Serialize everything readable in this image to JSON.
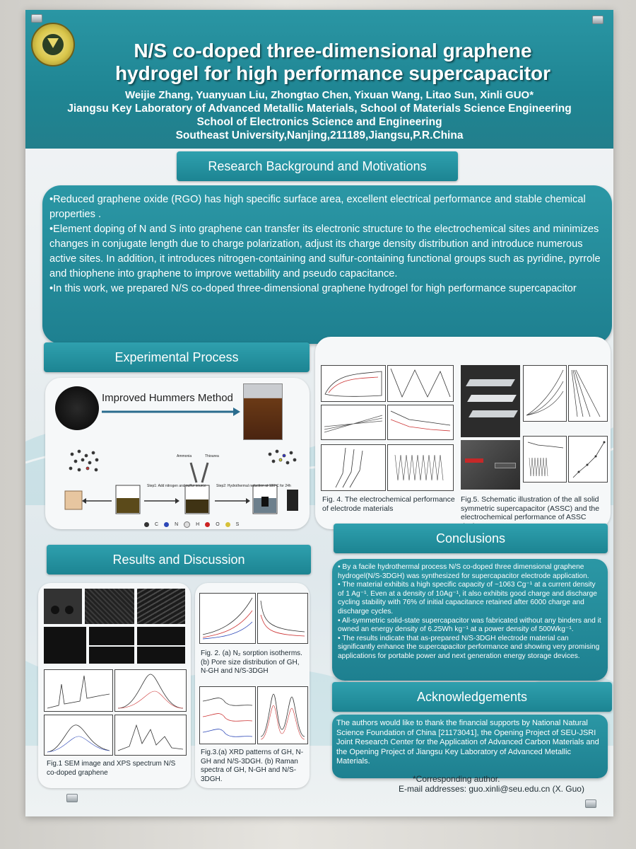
{
  "header": {
    "title_line1": "N/S co-doped three-dimensional graphene",
    "title_line2": "hydrogel for high performance supercapacitor",
    "authors": "Weijie Zhang, Yuanyuan Liu, Zhongtao Chen, Yixuan Wang, Litao Sun, Xinli GUO*",
    "affil_line1": "Jiangsu Key Laboratory of Advanced Metallic Materials, School of Materials Science Engineering",
    "affil_line2": "School of Electronics Science and Engineering",
    "affil_line3": "Southeast University,Nanjing,211189,Jiangsu,P.R.China"
  },
  "background": {
    "heading": "Research Background and Motivations",
    "p1": "•Reduced graphene oxide (RGO) has high specific surface area, excellent electrical performance and stable chemical properties .",
    "p2": "•Element doping of N and S into  graphene can transfer its electronic structure to the electrochemical sites and minimizes changes in conjugate length due to charge polarization, adjust its charge density distribution and introduce numerous active sites. In addition, it introduces nitrogen-containing and sulfur-containing functional groups such as pyridine, pyrrole and thiophene into graphene to improve wettability and pseudo capacitance.",
    "p3": "•In this work, we prepared N/S co-doped three-dimensional graphene hydrogel for high performance supercapacitor"
  },
  "experimental": {
    "heading": "Experimental Process",
    "method": "Improved Hummers Method",
    "ammonia": "Ammonia",
    "thiourea": "Thiourea",
    "step1": "Step1: Add nitrogen and sulfur source",
    "step2": "Step2: Hydrothermal reduction at 180℃ for 24h",
    "legend_c": "C",
    "legend_n": "N",
    "legend_h": "H",
    "legend_o": "O",
    "legend_s": "S"
  },
  "figures": {
    "fig4": "Fig. 4. The electrochemical performance of electrode materials",
    "fig5": "Fig.5. Schematic illustration of the all solid symmetric supercapacitor (ASSC) and the electrochemical performance of ASSC device",
    "fig1": "Fig.1 SEM image and XPS spectrum N/S co-doped graphene",
    "fig2": "Fig. 2. (a) N₂ sorption isotherms. (b) Pore size distribution of GH, N-GH and N/S-3DGH",
    "fig3": "Fig.3.(a) XRD patterns of GH, N-GH and N/S-3DGH. (b) Raman spectra of GH, N-GH and N/S-3DGH."
  },
  "results": {
    "heading": "Results and Discussion"
  },
  "conclusions": {
    "heading": "Conclusions",
    "c1": "• By a facile hydrothermal process N/S co-doped three dimensional graphene hydrogel(N/S-3DGH) was synthesized for supercapacitor electrode application.",
    "c2": "• The material exhibits a high specific capacity of ~1063 Cg⁻¹ at a current density of 1 Ag⁻¹. Even at a density of 10Ag⁻¹, it also exhibits good charge and discharge cycling stability with 76% of initial capacitance retained after 6000 charge and discharge cycles.",
    "c3": "• All-symmetric solid-state supercapacitor was fabricated without any binders and it owned an energy density of 6.25Wh kg⁻¹ at a power density of 500Wkg⁻¹.",
    "c4": "• The results indicate that as-prepared N/S-3DGH electrode material can significantly enhance the supercapacitor performance and showing very promising applications for portable power and next generation energy storage devices."
  },
  "acknowledgements": {
    "heading": "Acknowledgements",
    "text": "The authors would like to thank the financial supports by National Natural Science Foundation of China [21173041], the Opening Project of SEU-JSRI Joint Research Center for the Application of Advanced Carbon Materials and the Opening Project of Jiangsu Key Laboratory of Advanced Metallic Materials."
  },
  "footer": {
    "corresponding": "*Corresponding author.",
    "email": "E-mail addresses: guo.xinli@seu.edu.cn (X. Guo)"
  }
}
